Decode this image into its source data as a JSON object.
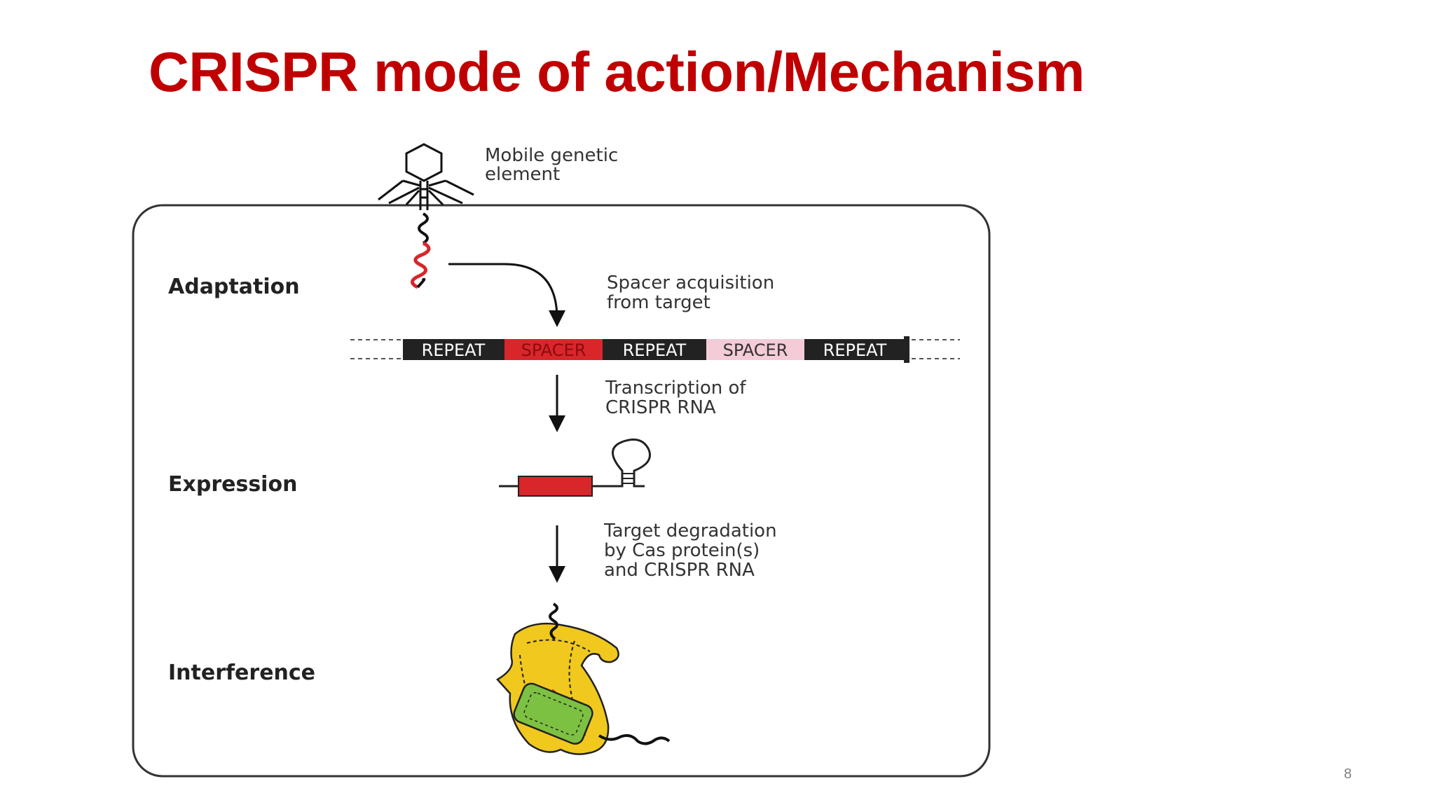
{
  "slide": {
    "title": "CRISPR mode of action/Mechanism",
    "page_number": "8",
    "colors": {
      "title": "#c00000",
      "spacer_red": "#d9262a",
      "spacer_pink": "#f3ccd8",
      "repeat_black": "#222222",
      "cas_yellow": "#f1c81e",
      "cas_green": "#7dc142"
    }
  },
  "diagram": {
    "mobile_element_label": [
      "Mobile genetic",
      "element"
    ],
    "stages": {
      "adaptation": "Adaptation",
      "expression": "Expression",
      "interference": "Interference"
    },
    "steps": {
      "spacer_acquisition": [
        "Spacer acquisition",
        "from target"
      ],
      "transcription": [
        "Transcription of",
        "CRISPR RNA"
      ],
      "degradation": [
        "Target degradation",
        "by Cas protein(s)",
        "and CRISPR RNA"
      ]
    },
    "array_segments": [
      "REPEAT",
      "SPACER",
      "REPEAT",
      "SPACER",
      "REPEAT"
    ],
    "icons": {
      "phage": "bacteriophage-icon",
      "crrna": "crispr-rna-hairpin-icon",
      "cas": "cas-protein-complex-icon"
    }
  }
}
